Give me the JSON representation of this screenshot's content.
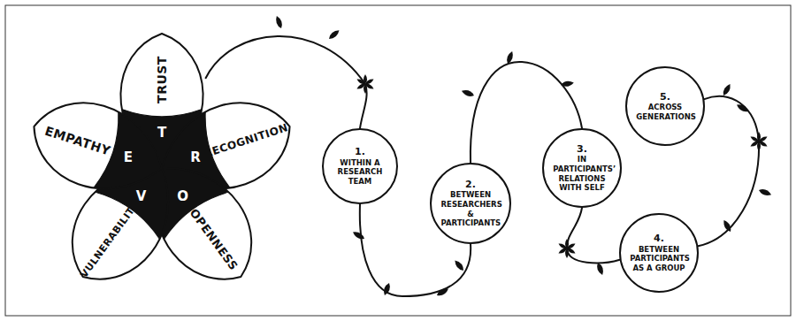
{
  "diagram": {
    "nodes": [
      {
        "text": [
          "TRUST",
          "T"
        ]
      },
      {
        "text": [
          "RECOGNITION",
          "R"
        ]
      },
      {
        "text": [
          "OPENNESS",
          "O"
        ]
      },
      {
        "text": [
          "VULNERABILITY",
          "V"
        ]
      },
      {
        "text": [
          "EMPATHY",
          "E"
        ]
      },
      {
        "text": [
          "1.",
          "WITHIN A RESEARCH TEAM"
        ]
      },
      {
        "text": [
          "2.",
          "BETWEEN RESEARCHERS & PARTICIPANTS"
        ]
      },
      {
        "text": [
          "3.",
          "IN PARTICIPANTS’ RELATIONS WITH SELF"
        ]
      },
      {
        "text": [
          "4.",
          "BETWEEN PARTICIPANTS AS A GROUP"
        ]
      },
      {
        "text": [
          "5.",
          "ACROSS GENERATIONS"
        ]
      }
    ],
    "edges": [
      {
        "from": 0,
        "to": 5,
        "arrow": "none"
      },
      {
        "from": 5,
        "to": 6,
        "arrow": "none"
      },
      {
        "from": 6,
        "to": 7,
        "arrow": "none"
      },
      {
        "from": 7,
        "to": 8,
        "arrow": "none"
      },
      {
        "from": 8,
        "to": 9,
        "arrow": "none"
      }
    ]
  }
}
